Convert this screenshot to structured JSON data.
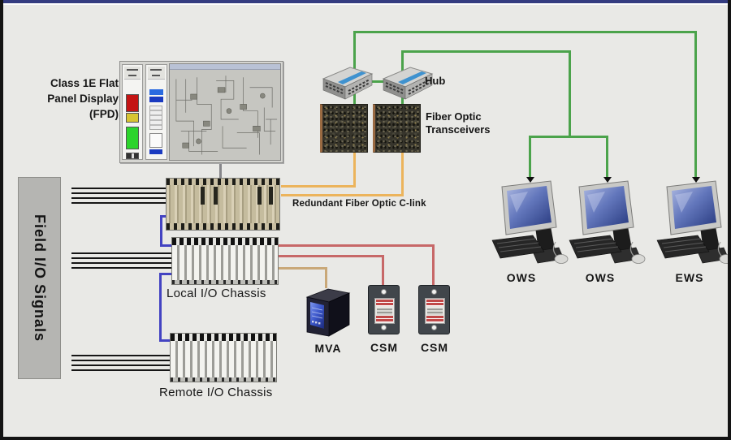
{
  "diagram": {
    "fpd": {
      "label_line1": "Class 1E Flat",
      "label_line2": "Panel Display",
      "label_line3": "(FPD)"
    },
    "field_io": {
      "label": "Field I/O Signals"
    },
    "hub": {
      "label": "Hub"
    },
    "transceivers": {
      "label_line1": "Fiber Optic",
      "label_line2": "Transceivers"
    },
    "clink": {
      "label": "Redundant Fiber Optic C-link"
    },
    "local_chassis": {
      "label": "Local I/O Chassis"
    },
    "remote_chassis": {
      "label": "Remote I/O Chassis"
    },
    "mva": {
      "label": "MVA"
    },
    "csm1": {
      "label": "CSM"
    },
    "csm2": {
      "label": "CSM"
    },
    "workstations": [
      {
        "label": "OWS"
      },
      {
        "label": "OWS"
      },
      {
        "label": "EWS"
      }
    ],
    "colors": {
      "background": "#e9e9e6",
      "top_bar": "#343c80",
      "network_green": "#4ba34b",
      "fiber_orange": "#ecb45c",
      "signal_red": "#c76868",
      "chassis_link_blue": "#4343c2",
      "mva_link_tan": "#c9a878",
      "field_wire_black": "#161616"
    }
  }
}
